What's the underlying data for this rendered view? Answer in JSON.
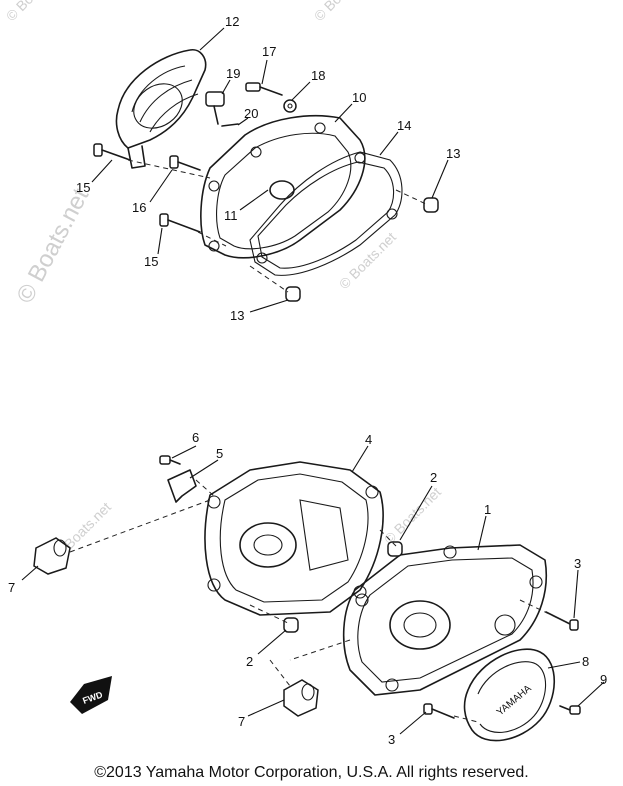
{
  "watermark": "© Boats.net",
  "watermark_small": "© Boats.net",
  "callouts": {
    "c1": "1",
    "c2a": "2",
    "c2b": "2",
    "c3a": "3",
    "c3b": "3",
    "c4": "4",
    "c5": "5",
    "c6": "6",
    "c7a": "7",
    "c7b": "7",
    "c8": "8",
    "c9": "9",
    "c10": "10",
    "c11": "11",
    "c12": "12",
    "c13a": "13",
    "c13b": "13",
    "c14": "14",
    "c15a": "15",
    "c15b": "15",
    "c16": "16",
    "c17": "17",
    "c18": "18",
    "c19": "19",
    "c20": "20"
  },
  "cover_brand": "YAMAHA",
  "fwd_mark": "FWD",
  "copyright": "©2013 Yamaha Motor Corporation, U.S.A. All rights reserved."
}
